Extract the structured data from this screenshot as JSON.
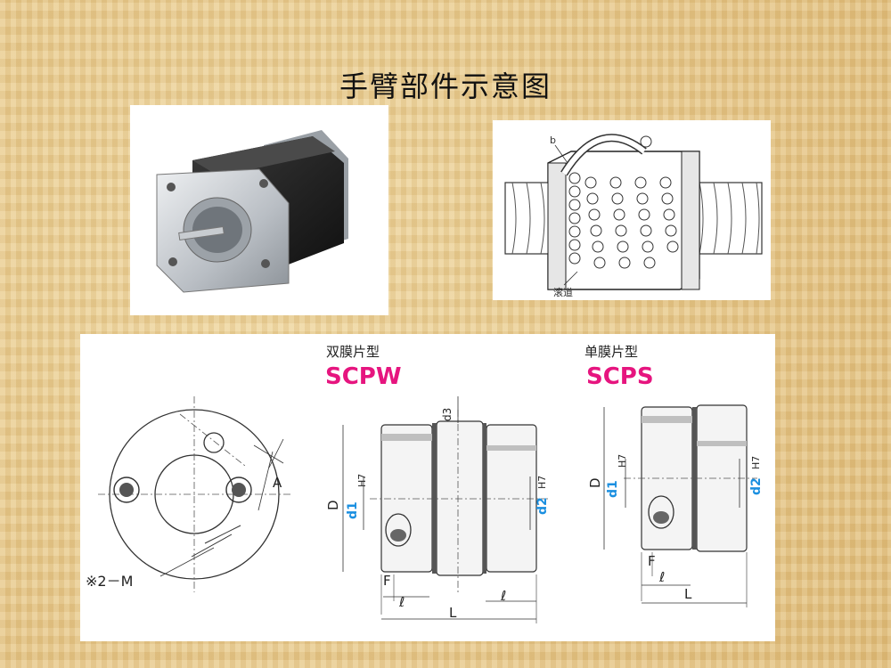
{
  "slide": {
    "title": "手臂部件示意图"
  },
  "screw_diagram": {
    "label_b": "b",
    "label_raceway": "滚道"
  },
  "coupling": {
    "flange_label_a": "A",
    "flange_label_m": "※2－M",
    "double": {
      "subtitle": "双膜片型",
      "model": "SCPW",
      "dim_d": "D",
      "dim_d1": "d1",
      "dim_d1_tol": "H7",
      "dim_d2": "d2",
      "dim_d2_tol": "H7",
      "dim_d3": "d3",
      "dim_f": "F",
      "dim_l_small_left": "ℓ",
      "dim_l_small_right": "ℓ",
      "dim_l": "L"
    },
    "single": {
      "subtitle": "单膜片型",
      "model": "SCPS",
      "dim_d": "D",
      "dim_d1": "d1",
      "dim_d1_tol": "H7",
      "dim_d2": "d2",
      "dim_d2_tol": "H7",
      "dim_f": "F",
      "dim_l_small": "ℓ",
      "dim_l": "L"
    }
  },
  "colors": {
    "model_text": "#e6157f",
    "bore_label": "#1a8fe0",
    "background": "#e8c98a"
  }
}
